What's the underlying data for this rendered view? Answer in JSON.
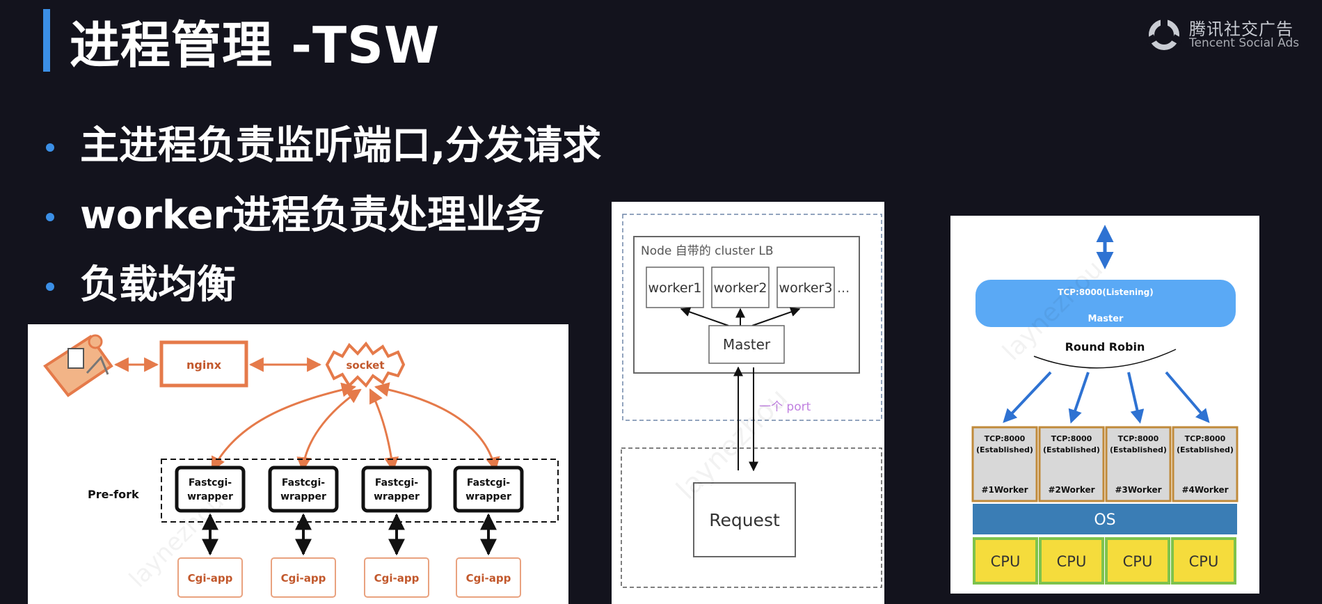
{
  "slide": {
    "title": "进程管理 -TSW",
    "bullets": [
      "主进程负责监听端口,分发请求",
      "worker进程负责处理业务",
      "负载均衡"
    ]
  },
  "logo": {
    "cn": "腾讯社交广告",
    "en": "Tencent Social Ads"
  },
  "watermark": "laynezhou",
  "diagram_prefork": {
    "nginx": "nginx",
    "socket": "socket",
    "prefork_label": "Pre-fork",
    "wrapper_line1": "Fastcgi-",
    "wrapper_line2": "wrapper",
    "cgi_app": "Cgi-app"
  },
  "diagram_cluster": {
    "container_label": "Node 自带的 cluster LB",
    "workers": [
      "worker1",
      "worker2",
      "worker3"
    ],
    "ellipsis": "...",
    "master": "Master",
    "port_note": "一个 port",
    "request": "Request"
  },
  "diagram_roundrobin": {
    "master_line1": "TCP:8000(Listening)",
    "master_line2": "Master",
    "round_robin": "Round Robin",
    "worker_tcp": "TCP:8000",
    "worker_state": "(Established)",
    "workers": [
      "#1Worker",
      "#2Worker",
      "#3Worker",
      "#4Worker"
    ],
    "os": "OS",
    "cpus": [
      "CPU",
      "CPU",
      "CPU",
      "CPU"
    ]
  },
  "colors": {
    "accent": "#3b8fe6",
    "background": "#13131d",
    "diagram_orange": "#e57a4a",
    "master_blue": "#5aa9f5",
    "os_blue": "#3a7db5",
    "cpu_yellow": "#f5dc3c",
    "cpu_border": "#7ec34b",
    "worker_border": "#c08a3a",
    "port_note": "#c080e0"
  },
  "icons": [
    "tencent-logo-icon",
    "person-at-computer-icon",
    "bidirectional-arrow-icon"
  ]
}
